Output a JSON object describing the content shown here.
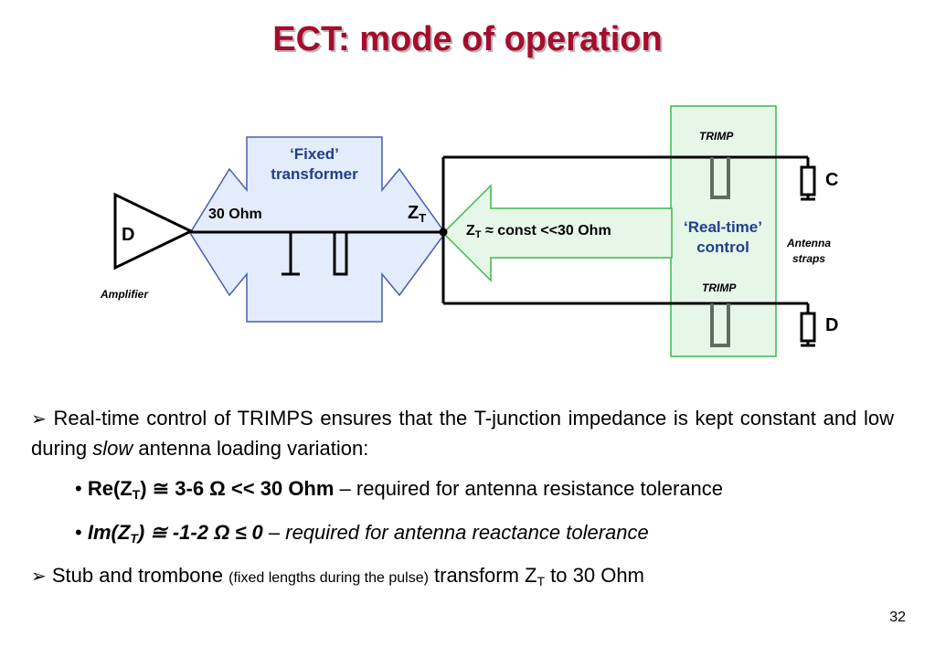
{
  "title": "ECT: mode of operation",
  "diagram": {
    "fixed_transformer": [
      "‘Fixed’",
      "transformer"
    ],
    "realtime_control": [
      "‘Real-time’",
      "control"
    ],
    "ohm30": "30 Ohm",
    "zt_main": "Z",
    "zt_sub": "T",
    "zt_const_z": "Z",
    "zt_const_sub": "T",
    "zt_const_rest": " ≈ const <<30 Ohm",
    "amp_letter": "D",
    "amplifier": "Amplifier",
    "trimp_top": "TRIMP",
    "trimp_bottom": "TRIMP",
    "strap_c": "C",
    "strap_d": "D",
    "antenna_straps": [
      "Antenna",
      "straps"
    ],
    "colors": {
      "fixed_fill": "#e3ecfb",
      "fixed_stroke": "#4a5cb3",
      "control_fill": "#e6f7e8",
      "control_stroke": "#3bb84a",
      "trimp_stroke": "#5e6e5e"
    }
  },
  "text": {
    "p1_marker": "➢",
    "p1_a": "Real-time control of TRIMPS ensures that the T-junction impedance is kept constant and low during ",
    "p1_slow": "slow",
    "p1_b": " antenna loading variation:",
    "b1_dot": "• ",
    "b1_re": "Re(Z",
    "b1_sub": "T",
    "b1_mid": ") ≅ 3-6 Ω << 30 Ohm",
    "b1_rest": " – required for antenna resistance tolerance",
    "b2_dot": "• ",
    "b2_im": "Im(Z",
    "b2_sub": "T",
    "b2_mid": ") ≅ -1-2 Ω ≤ 0",
    "b2_rest": " – required for antenna reactance tolerance",
    "p2_marker": "➢",
    "p2_a": " Stub and trombone ",
    "p2_small": "(fixed lengths during the pulse)",
    "p2_b": " transform Z",
    "p2_sub": "T",
    "p2_c": " to 30 Ohm"
  },
  "page_number": "32"
}
